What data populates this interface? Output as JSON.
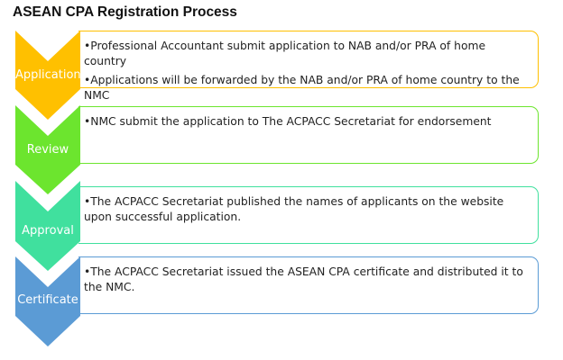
{
  "title": "ASEAN CPA Registration Process",
  "colors": {
    "application": "#FFC000",
    "review": "#6CE52E",
    "approval": "#40E09E",
    "certificate": "#5B9BD5"
  },
  "steps": [
    {
      "label": "Application",
      "bullets": [
        "•Professional Accountant submit application to NAB and/or PRA of home country",
        "•Applications will be forwarded by the NAB and/or PRA of home country to the NMC"
      ]
    },
    {
      "label": "Review",
      "bullets": [
        "•NMC submit the application to The ACPACC Secretariat for endorsement"
      ]
    },
    {
      "label": "Approval",
      "bullets": [
        "•The ACPACC Secretariat published the names of applicants on the website upon successful application."
      ]
    },
    {
      "label": "Certificate",
      "bullets": [
        "•The ACPACC Secretariat issued the ASEAN CPA certificate and distributed it to the NMC."
      ]
    }
  ]
}
